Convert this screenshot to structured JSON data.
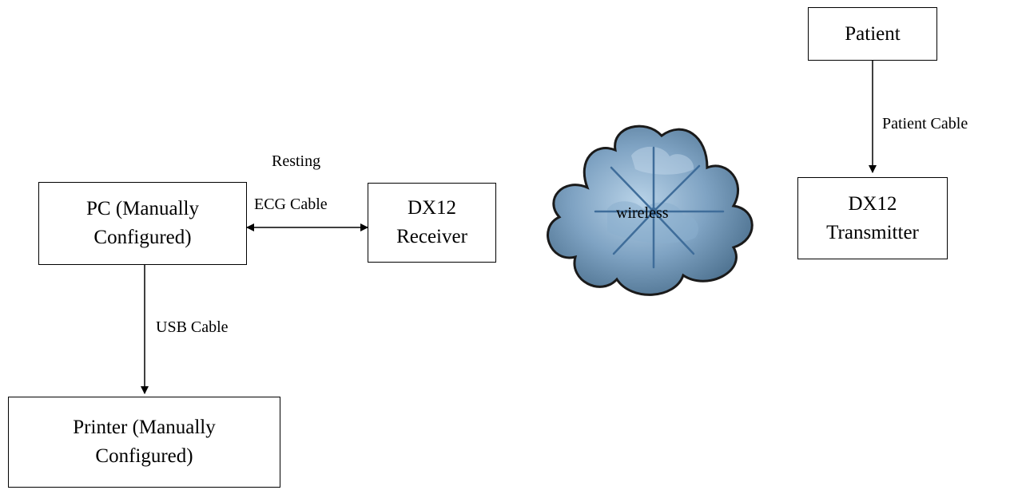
{
  "nodes": {
    "patient": {
      "line1": "Patient"
    },
    "pc": {
      "line1": "PC (Manually",
      "line2": "Configured)"
    },
    "receiver": {
      "line1": "DX12",
      "line2": "Receiver"
    },
    "transmitter": {
      "line1": "DX12",
      "line2": "Transmitter"
    },
    "printer": {
      "line1": "Printer (Manually",
      "line2": "Configured)"
    }
  },
  "edges": {
    "patient_cable": "Patient Cable",
    "resting_ecg_line1": "Resting",
    "resting_ecg_line2": "ECG Cable",
    "usb_cable": "USB Cable"
  },
  "cloud": {
    "label": "wireless",
    "colors": {
      "outline": "#1a1a1a",
      "fill_dark": "#5d7f9d",
      "fill_light": "#a9c7e0",
      "spokes": "#3f6d9a"
    }
  }
}
